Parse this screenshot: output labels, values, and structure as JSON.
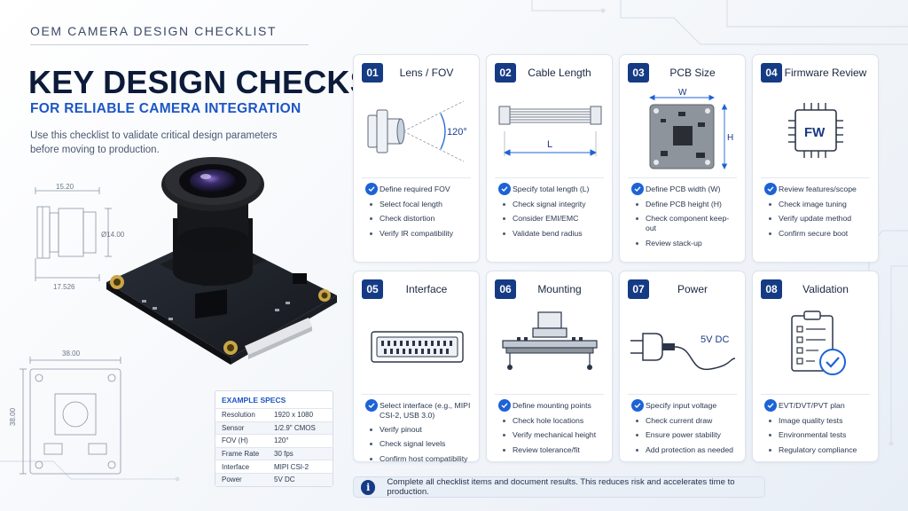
{
  "header": {
    "kicker": "OEM CAMERA DESIGN CHECKLIST",
    "title": "KEY DESIGN CHECKS",
    "subtitle": "FOR RELIABLE CAMERA INTEGRATION",
    "intro": "Use this checklist to validate critical design parameters before moving to production."
  },
  "drawings": {
    "lens_length": "15.20",
    "lens_diameter": "Ø14.00",
    "lens_base": "17.526",
    "board_width": "38.00",
    "board_height": "38.00"
  },
  "specs": {
    "title": "EXAMPLE SPECS",
    "rows": [
      {
        "label": "Resolution",
        "value": "1920 x 1080"
      },
      {
        "label": "Sensor",
        "value": "1/2.9\" CMOS"
      },
      {
        "label": "FOV (H)",
        "value": "120°"
      },
      {
        "label": "Frame Rate",
        "value": "30 fps"
      },
      {
        "label": "Interface",
        "value": "MIPI CSI-2"
      },
      {
        "label": "Power",
        "value": "5V DC"
      }
    ]
  },
  "cards": [
    {
      "num": "01",
      "title": "Lens / FOV",
      "illus_label": "120°",
      "items": [
        "Define required FOV",
        "Select focal length",
        "Check distortion",
        "Verify IR compatibility"
      ]
    },
    {
      "num": "02",
      "title": "Cable Length",
      "illus_label": "L",
      "items": [
        "Specify total length (L)",
        "Check signal integrity",
        "Consider EMI/EMC",
        "Validate bend radius"
      ]
    },
    {
      "num": "03",
      "title": "PCB Size",
      "illus_label_w": "W",
      "illus_label_h": "H",
      "items": [
        "Define PCB width (W)",
        "Define PCB height (H)",
        "Check component keep-out",
        "Review stack-up"
      ]
    },
    {
      "num": "04",
      "title": "Firmware Review",
      "illus_label": "FW",
      "items": [
        "Review features/scope",
        "Check image tuning",
        "Verify update method",
        "Confirm secure boot"
      ]
    },
    {
      "num": "05",
      "title": "Interface",
      "items": [
        "Select interface (e.g., MIPI CSI-2, USB 3.0)",
        "Verify pinout",
        "Check signal levels",
        "Confirm host compatibility"
      ]
    },
    {
      "num": "06",
      "title": "Mounting",
      "items": [
        "Define mounting points",
        "Check hole locations",
        "Verify mechanical height",
        "Review tolerance/fit"
      ]
    },
    {
      "num": "07",
      "title": "Power",
      "illus_label": "5V DC",
      "items": [
        "Specify input voltage",
        "Check current draw",
        "Ensure power stability",
        "Add protection as needed"
      ]
    },
    {
      "num": "08",
      "title": "Validation",
      "items": [
        "EVT/DVT/PVT plan",
        "Image quality tests",
        "Environmental tests",
        "Regulatory compliance"
      ]
    }
  ],
  "footer_note": "Complete all checklist items and document results. This reduces risk and accelerates time to production.",
  "colors": {
    "navy": "#163b85",
    "accent_blue": "#1d56c4",
    "check_blue": "#1d63d6"
  }
}
